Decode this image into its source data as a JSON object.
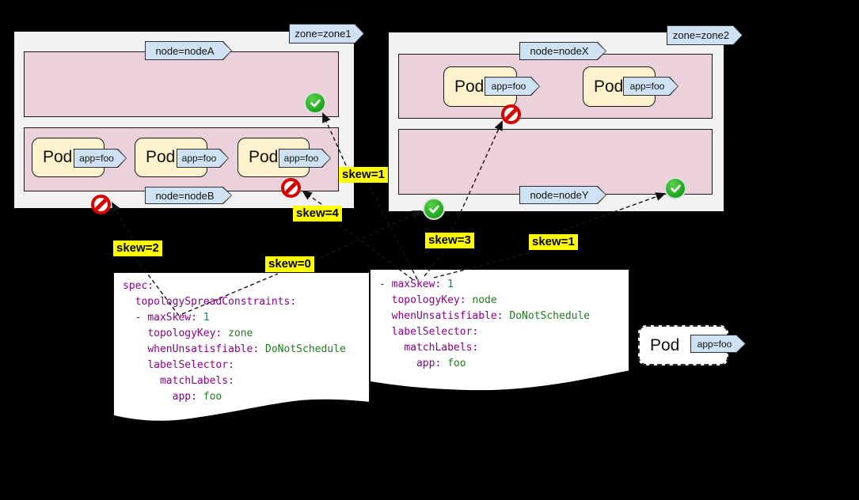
{
  "zones": [
    {
      "label": "zone=zone1",
      "zone_verdict": "denied",
      "nodes": [
        {
          "label": "node=nodeA",
          "pods": [],
          "verdict": "allowed"
        },
        {
          "label": "node=nodeB",
          "verdict": "denied",
          "pods": [
            {
              "name": "Pod",
              "tag": "app=foo"
            },
            {
              "name": "Pod",
              "tag": "app=foo"
            },
            {
              "name": "Pod",
              "tag": "app=foo"
            }
          ]
        }
      ]
    },
    {
      "label": "zone=zone2",
      "zone_verdict": "allowed",
      "nodes": [
        {
          "label": "node=nodeX",
          "verdict": "denied",
          "pods": [
            {
              "name": "Pod",
              "tag": "app=foo"
            },
            {
              "name": "Pod",
              "tag": "app=foo"
            }
          ]
        },
        {
          "label": "node=nodeY",
          "pods": [],
          "verdict": "allowed"
        }
      ]
    }
  ],
  "skew_labels": {
    "node_a": "skew=1",
    "node_b": "skew=4",
    "zone1": "skew=2",
    "zone2": "skew=0",
    "node_x": "skew=3",
    "node_y": "skew=1"
  },
  "incoming_pod": {
    "name": "Pod",
    "tag": "app=foo"
  },
  "code_blocks": [
    {
      "lines": [
        [
          [
            "spec:",
            "key"
          ]
        ],
        [
          [
            "  ",
            "plain"
          ],
          [
            "topologySpreadConstraints:",
            "key"
          ]
        ],
        [
          [
            "  - ",
            "plain"
          ],
          [
            "maxSkew:",
            "key"
          ],
          [
            " ",
            "plain"
          ],
          [
            "1",
            "num"
          ]
        ],
        [
          [
            "    ",
            "plain"
          ],
          [
            "topologyKey:",
            "key"
          ],
          [
            " ",
            "plain"
          ],
          [
            "zone",
            "str"
          ]
        ],
        [
          [
            "    ",
            "plain"
          ],
          [
            "whenUnsatisfiable:",
            "key"
          ],
          [
            " ",
            "plain"
          ],
          [
            "DoNotSchedule",
            "str"
          ]
        ],
        [
          [
            "    ",
            "plain"
          ],
          [
            "labelSelector:",
            "key"
          ]
        ],
        [
          [
            "      ",
            "plain"
          ],
          [
            "matchLabels:",
            "key"
          ]
        ],
        [
          [
            "        ",
            "plain"
          ],
          [
            "app:",
            "key"
          ],
          [
            " ",
            "plain"
          ],
          [
            "foo",
            "str"
          ]
        ]
      ]
    },
    {
      "lines": [
        [
          [
            "- ",
            "plain"
          ],
          [
            "maxSkew:",
            "key"
          ],
          [
            " ",
            "plain"
          ],
          [
            "1",
            "num"
          ]
        ],
        [
          [
            "  ",
            "plain"
          ],
          [
            "topologyKey:",
            "key"
          ],
          [
            " ",
            "plain"
          ],
          [
            "node",
            "str"
          ]
        ],
        [
          [
            "  ",
            "plain"
          ],
          [
            "whenUnsatisfiable:",
            "key"
          ],
          [
            " ",
            "plain"
          ],
          [
            "DoNotSchedule",
            "str"
          ]
        ],
        [
          [
            "  ",
            "plain"
          ],
          [
            "labelSelector:",
            "key"
          ]
        ],
        [
          [
            "    ",
            "plain"
          ],
          [
            "matchLabels:",
            "key"
          ]
        ],
        [
          [
            "      ",
            "plain"
          ],
          [
            "app:",
            "key"
          ],
          [
            " ",
            "plain"
          ],
          [
            "foo",
            "str"
          ]
        ]
      ]
    }
  ],
  "colors": {
    "background": "#000000",
    "zone_bg": "#f2f2f2",
    "node_bg": "#ead1dc",
    "pod_bg": "#fff2cc",
    "tag_bg": "#cfe2f3",
    "skew_highlight": "#ffff00",
    "allowed_green": "#16a016",
    "denied_red": "#d50000",
    "code_key": "#8b008b",
    "code_string": "#1e7d1e",
    "code_number": "#0e7c86"
  }
}
